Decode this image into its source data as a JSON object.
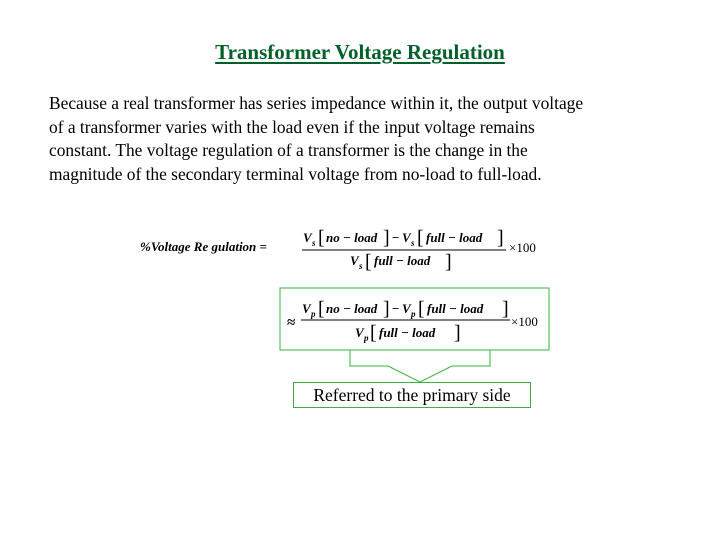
{
  "title": "Transformer Voltage Regulation",
  "paragraph": {
    "lines": [
      "Because a real transformer has series impedance within it, the output voltage",
      "of a transformer varies with the load even if the input voltage remains",
      "constant. The voltage regulation of a transformer is the change in the",
      "magnitude of the secondary terminal voltage from no-load to full-load."
    ]
  },
  "equation1": {
    "lhs": "%Voltage Re gulation =",
    "num_left_var": "V",
    "num_left_sub": "s",
    "num_left_arg": "no − load",
    "minus": "−",
    "num_right_var": "V",
    "num_right_sub": "s",
    "num_right_arg": "full − load",
    "den_var": "V",
    "den_sub": "s",
    "den_arg": "full − load",
    "times": "×100"
  },
  "equation2": {
    "approx": "≈",
    "num_left_var": "V",
    "num_left_sub": "p",
    "num_left_arg": "no − load",
    "minus": "−",
    "num_right_var": "V",
    "num_right_sub": "p",
    "num_right_arg": "full − load",
    "den_var": "V",
    "den_sub": "p",
    "den_arg": "full − load",
    "times": "×100"
  },
  "caption": "Referred to the primary side",
  "colors": {
    "title": "#00602a",
    "box_border": "#3cb043",
    "text": "#000000"
  }
}
